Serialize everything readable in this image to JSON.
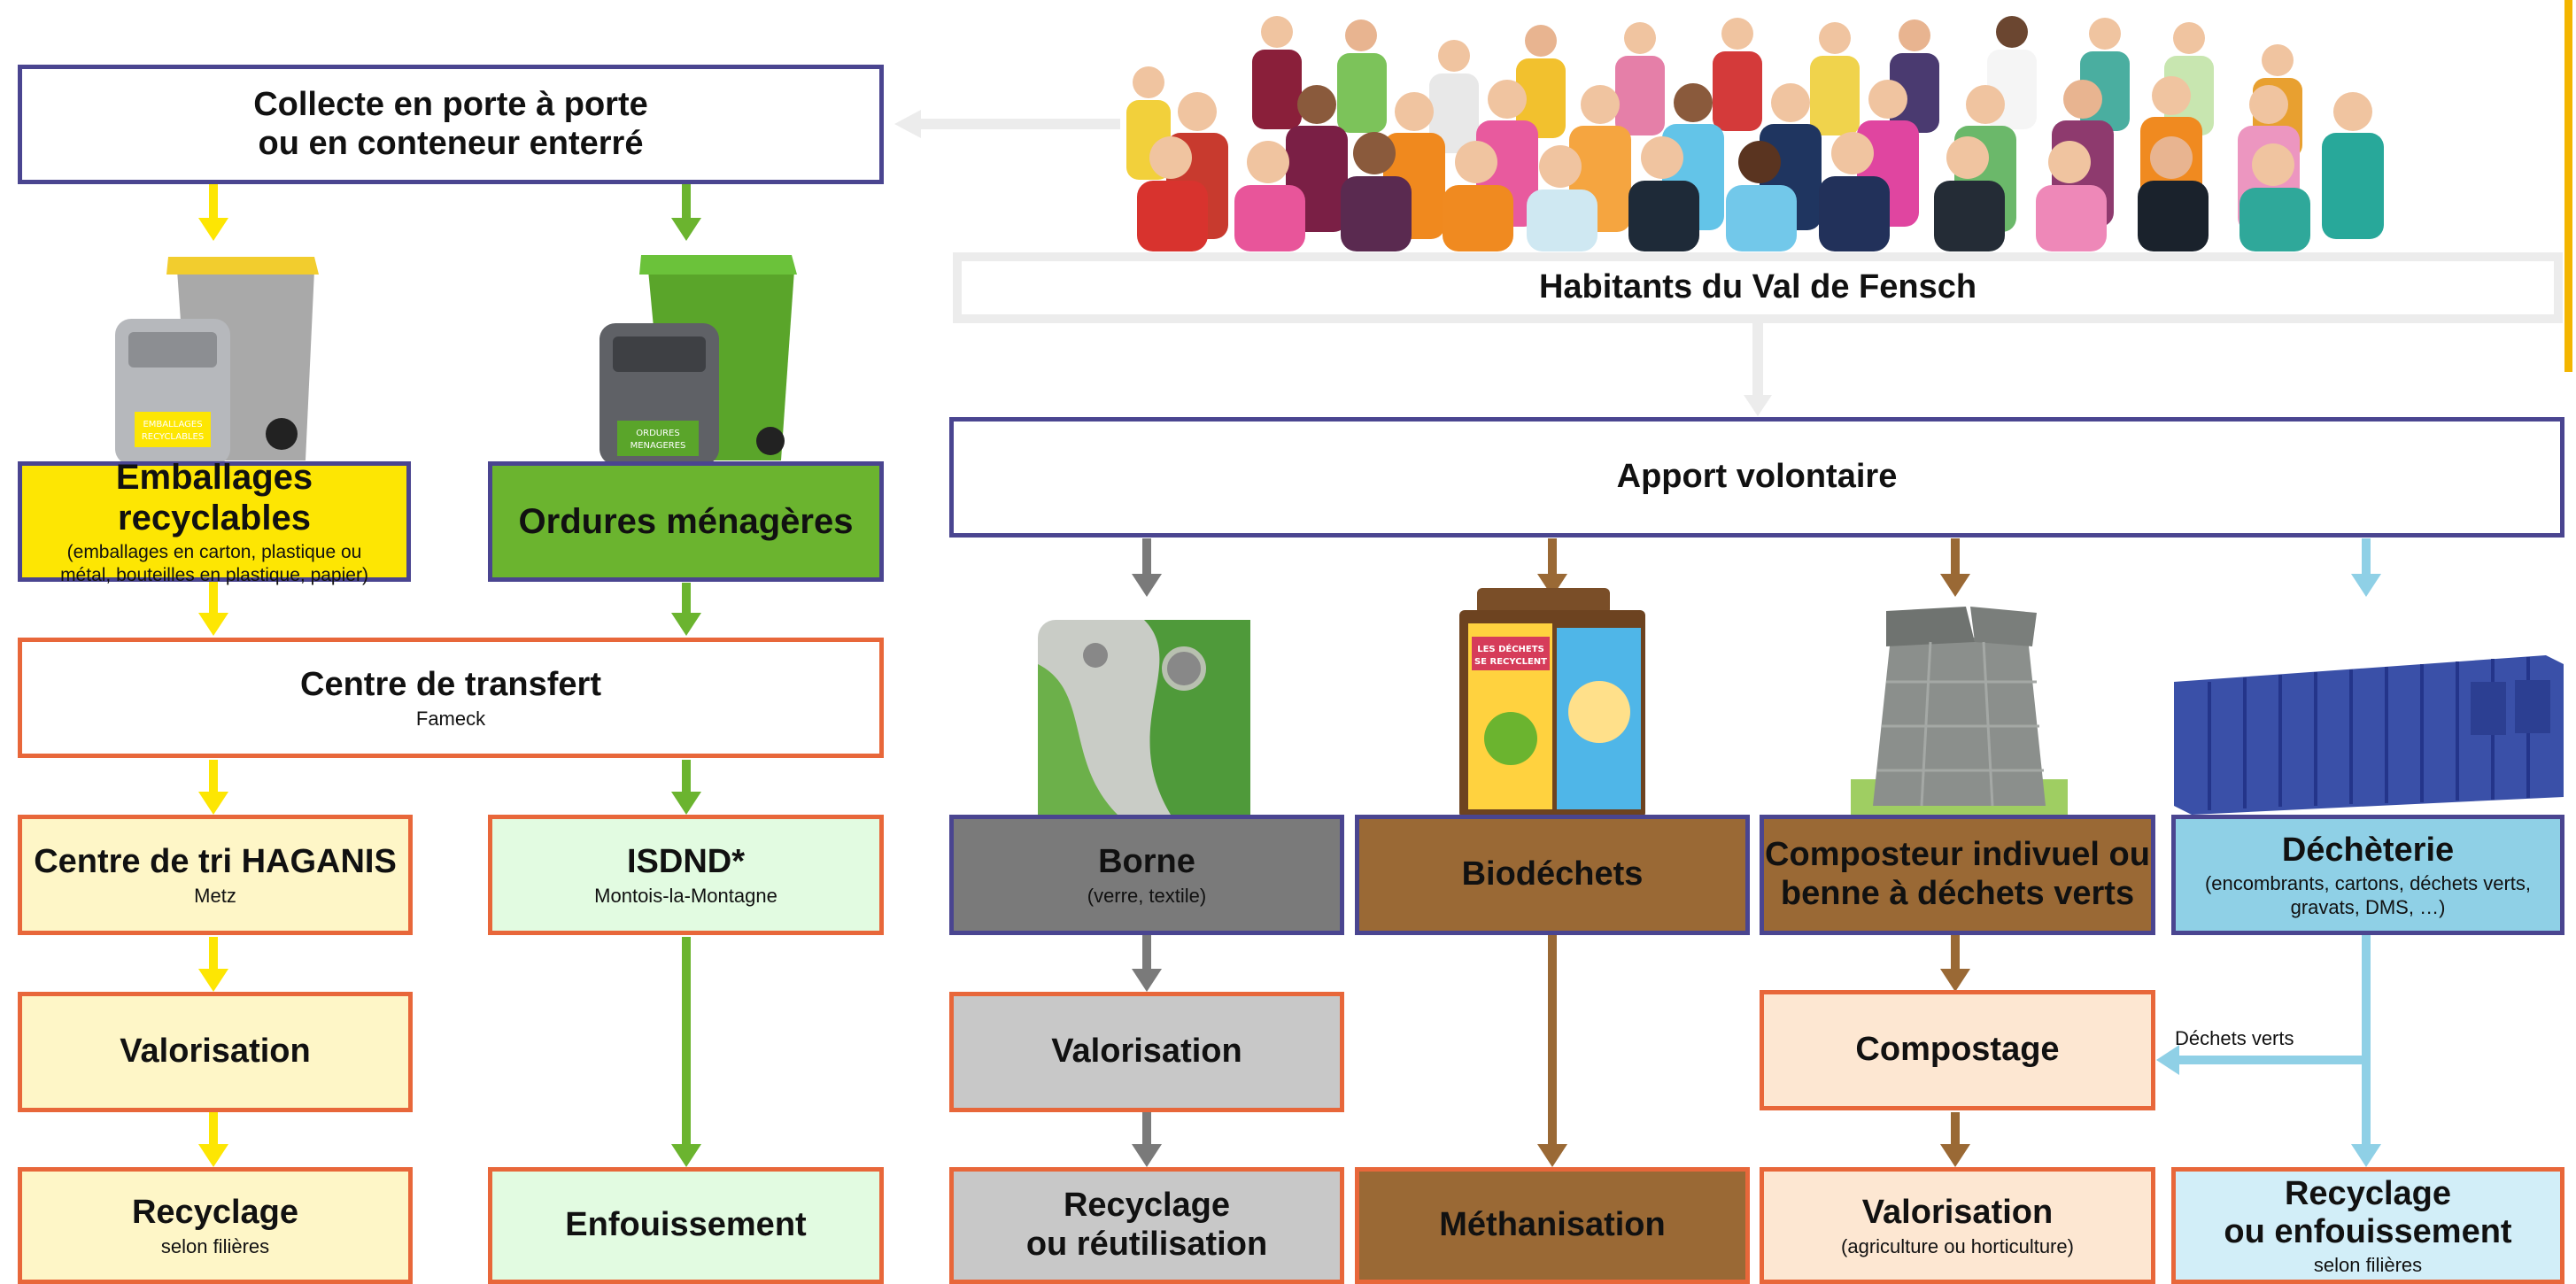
{
  "collecte": {
    "line1": "Collecte en porte à porte",
    "line2": "ou en conteneur enterré"
  },
  "habitants": "Habitants du Val de Fensch",
  "apport": "Apport volontaire",
  "bins": {
    "yellow_label_1": "EMBALLAGES",
    "yellow_label_2": "RECYCLABLES",
    "green_label_1": "ORDURES",
    "green_label_2": "MENAGERES"
  },
  "biodechets_container": {
    "label_1": "LES DÉCHETS",
    "label_2": "SE RECYCLENT"
  },
  "emballages": {
    "title": "Emballages recyclables",
    "sub1": "(emballages en carton, plastique ou",
    "sub2": "métal, bouteilles en plastique, papier)"
  },
  "ordures": {
    "title": "Ordures ménagères"
  },
  "transfert": {
    "title": "Centre de transfert",
    "sub": "Fameck"
  },
  "tri": {
    "title": "Centre de tri HAGANIS",
    "sub": "Metz"
  },
  "isdnd": {
    "title": "ISDND*",
    "sub": "Montois-la-Montagne"
  },
  "valorisation_left": "Valorisation",
  "recyclage_left": {
    "title": "Recyclage",
    "sub": "selon filières"
  },
  "enfouissement": "Enfouissement",
  "borne": {
    "title": "Borne",
    "sub": "(verre, textile)"
  },
  "biodechets": "Biodéchets",
  "composteur": {
    "line1": "Composteur indivuel ou",
    "line2": "benne à déchets verts"
  },
  "decheterie": {
    "title": "Déchèterie",
    "sub1": "(encombrants, cartons, déchets verts,",
    "sub2": "gravats, DMS, …)"
  },
  "valorisation_borne": "Valorisation",
  "compostage": "Compostage",
  "dechets_verts_label": "Déchets verts",
  "recyclage_reutil": {
    "line1": "Recyclage",
    "line2": "ou réutilisation"
  },
  "methanisation": "Méthanisation",
  "valorisation_agri": {
    "title": "Valorisation",
    "sub": "(agriculture ou horticulture)"
  },
  "recyclage_enfouis": {
    "line1": "Recyclage",
    "line2": "ou enfouissement",
    "sub": "selon filières"
  },
  "colors": {
    "purple_border": "#4a4590",
    "orange_border": "#e8673a",
    "yellow": "#fde603",
    "green": "#6bb42f",
    "brown": "#9a6935",
    "gray": "#7a7a7a",
    "cyan": "#8fd0e6"
  }
}
